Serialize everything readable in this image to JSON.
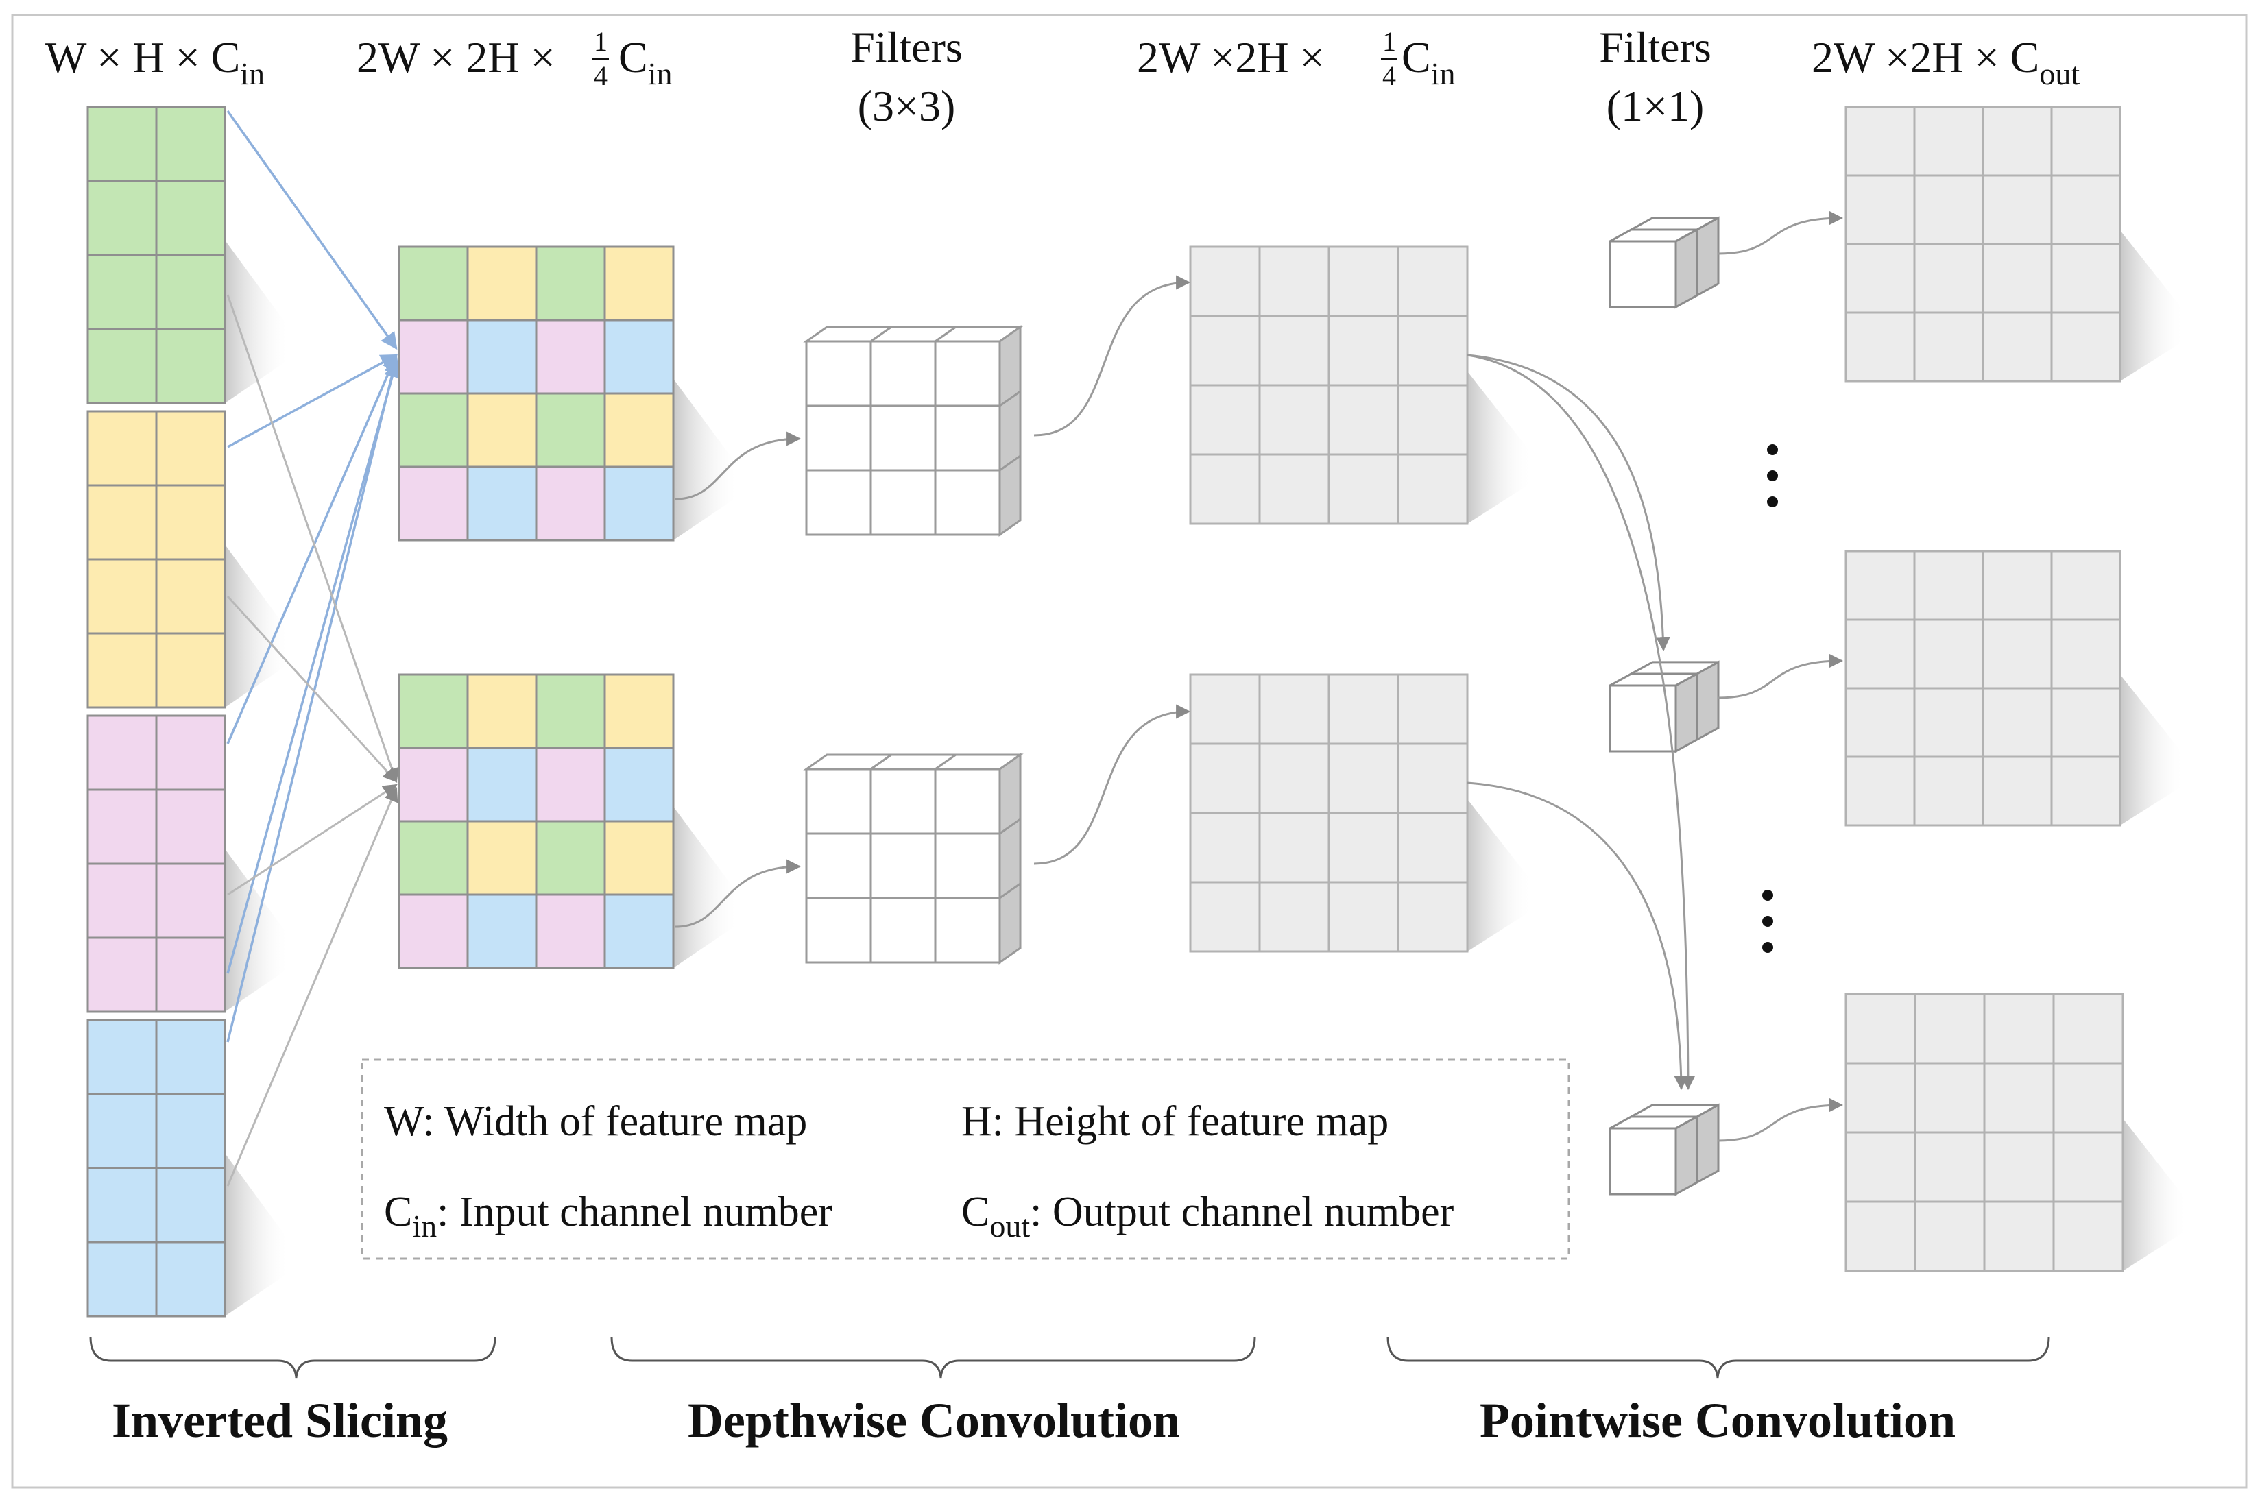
{
  "headers": {
    "input_dims": "W × H × C",
    "input_sub": "in",
    "sliced_dims_a": "2W × 2H ×",
    "sliced_frac_num": "1",
    "sliced_frac_den": "4",
    "sliced_dims_b": "C",
    "sliced_sub": "in",
    "dw_filters": "Filters",
    "dw_filter_size": "(3×3)",
    "dw_out_a": "2W ×2H ×",
    "dw_out_frac_num": "1",
    "dw_out_frac_den": "4",
    "dw_out_b": "C",
    "dw_out_sub": "in",
    "pw_filters": "Filters",
    "pw_filter_size": "(1×1)",
    "pw_out_a": "2W ×2H × C",
    "pw_out_sub": "out"
  },
  "legend": {
    "w_def": "W: Width of feature map",
    "h_def": "H: Height  of feature map",
    "cin_sym": "C",
    "cin_sub": "in",
    "cin_def": ": Input channel number",
    "cout_sym": "C",
    "cout_sub": "out",
    "cout_def": ": Output channel number"
  },
  "sections": {
    "inverted_slicing": "Inverted Slicing",
    "depthwise": "Depthwise Convolution",
    "pointwise": "Pointwise Convolution"
  },
  "ellipsis": "⋮",
  "colors": {
    "green": "#c3e6b4",
    "yellow": "#fdebb0",
    "pink": "#f1d7ee",
    "blue": "#c4e2f8",
    "gray_cell": "#ececec",
    "arrow_blue": "#8eb0dc",
    "arrow_gray": "#b8b8b8"
  }
}
